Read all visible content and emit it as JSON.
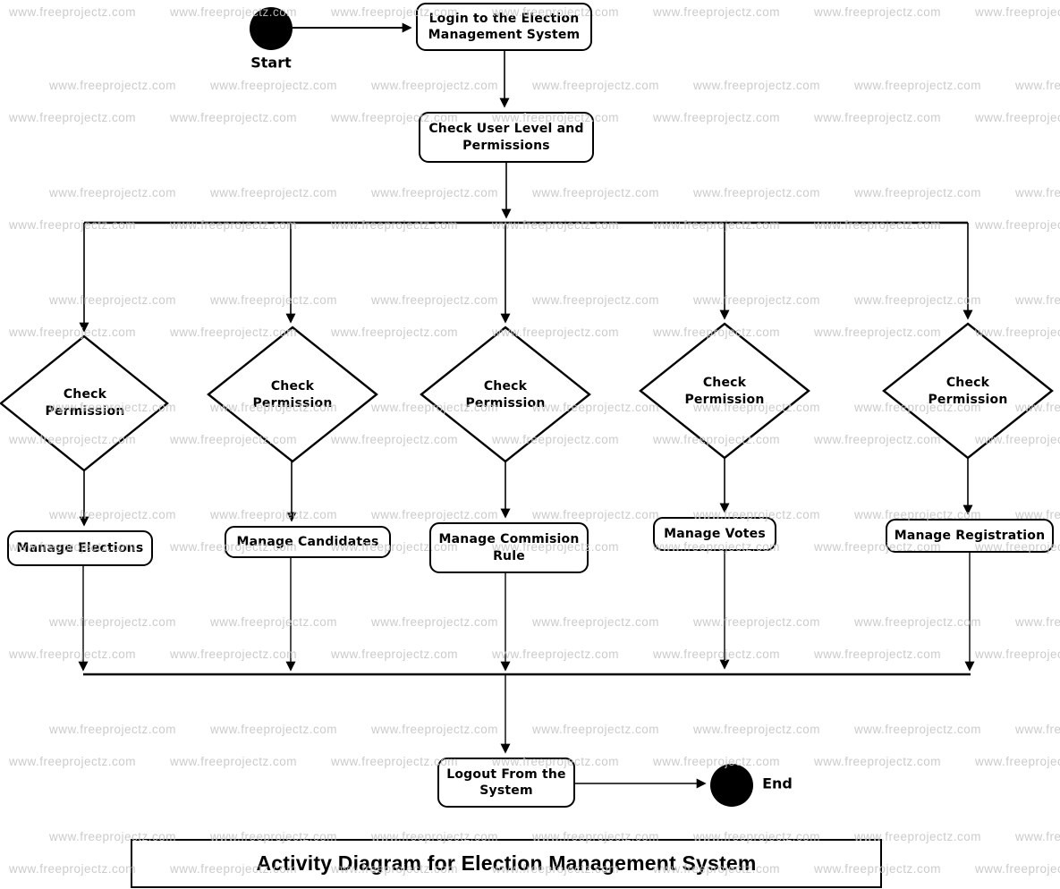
{
  "watermark": {
    "text": "www.freeprojectz.com",
    "color": "#c6c6c6"
  },
  "title": "Activity Diagram for Election Management System",
  "terminals": {
    "start_label": "Start",
    "end_label": "End"
  },
  "activities": {
    "login": "Login to the Election Management System",
    "check_user": "Check User Level and Permissions",
    "manage_elections": "Manage Elections",
    "manage_candidates": "Manage Candidates",
    "manage_commision_rule": "Manage Commision Rule",
    "manage_votes": "Manage Votes",
    "manage_registration": "Manage Registration",
    "logout": "Logout From the System"
  },
  "decisions": [
    "Check Permission",
    "Check Permission",
    "Check Permission",
    "Check Permission",
    "Check Permission"
  ],
  "line_color": "#000000"
}
